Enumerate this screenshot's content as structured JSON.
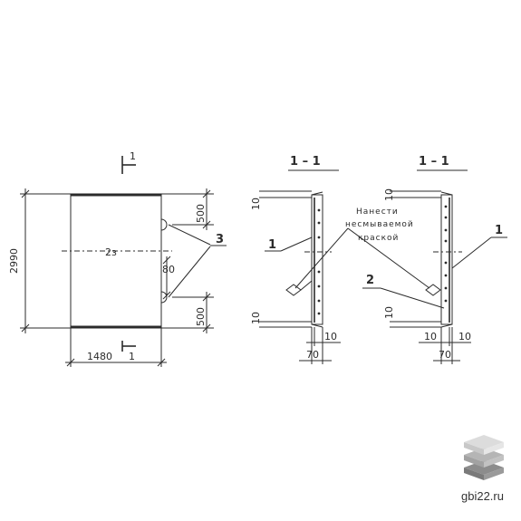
{
  "labels": {
    "dim_height": "2990",
    "dim_width": "1480",
    "dim_top": "500",
    "dim_bottom": "500",
    "dim_gap": "80",
    "dim_10_a": "10",
    "dim_10_b": "10",
    "dim_10_c": "10",
    "dim_10_d": "10",
    "dim_70_a": "70",
    "dim_10_e": "10",
    "dim_70_b": "70",
    "dim_10_f": "10",
    "dim_10_g": "10",
    "section_mark_top": "1",
    "section_mark_bottom": "1",
    "section_title_1": "1 – 1",
    "section_title_2": "1 – 1",
    "center_mark": "2з",
    "callout_1a": "1",
    "callout_1b": "1",
    "callout_2": "2",
    "callout_3": "3",
    "note_line1": "Нанести",
    "note_line2": "несмываемой",
    "note_line3": "краской",
    "logo_text": "gbi22.ru"
  },
  "colors": {
    "ink": "#2b2b2b",
    "logo_light": "#d9d9d9",
    "logo_mid": "#b5b5b5",
    "logo_dark": "#8c8c8c"
  }
}
